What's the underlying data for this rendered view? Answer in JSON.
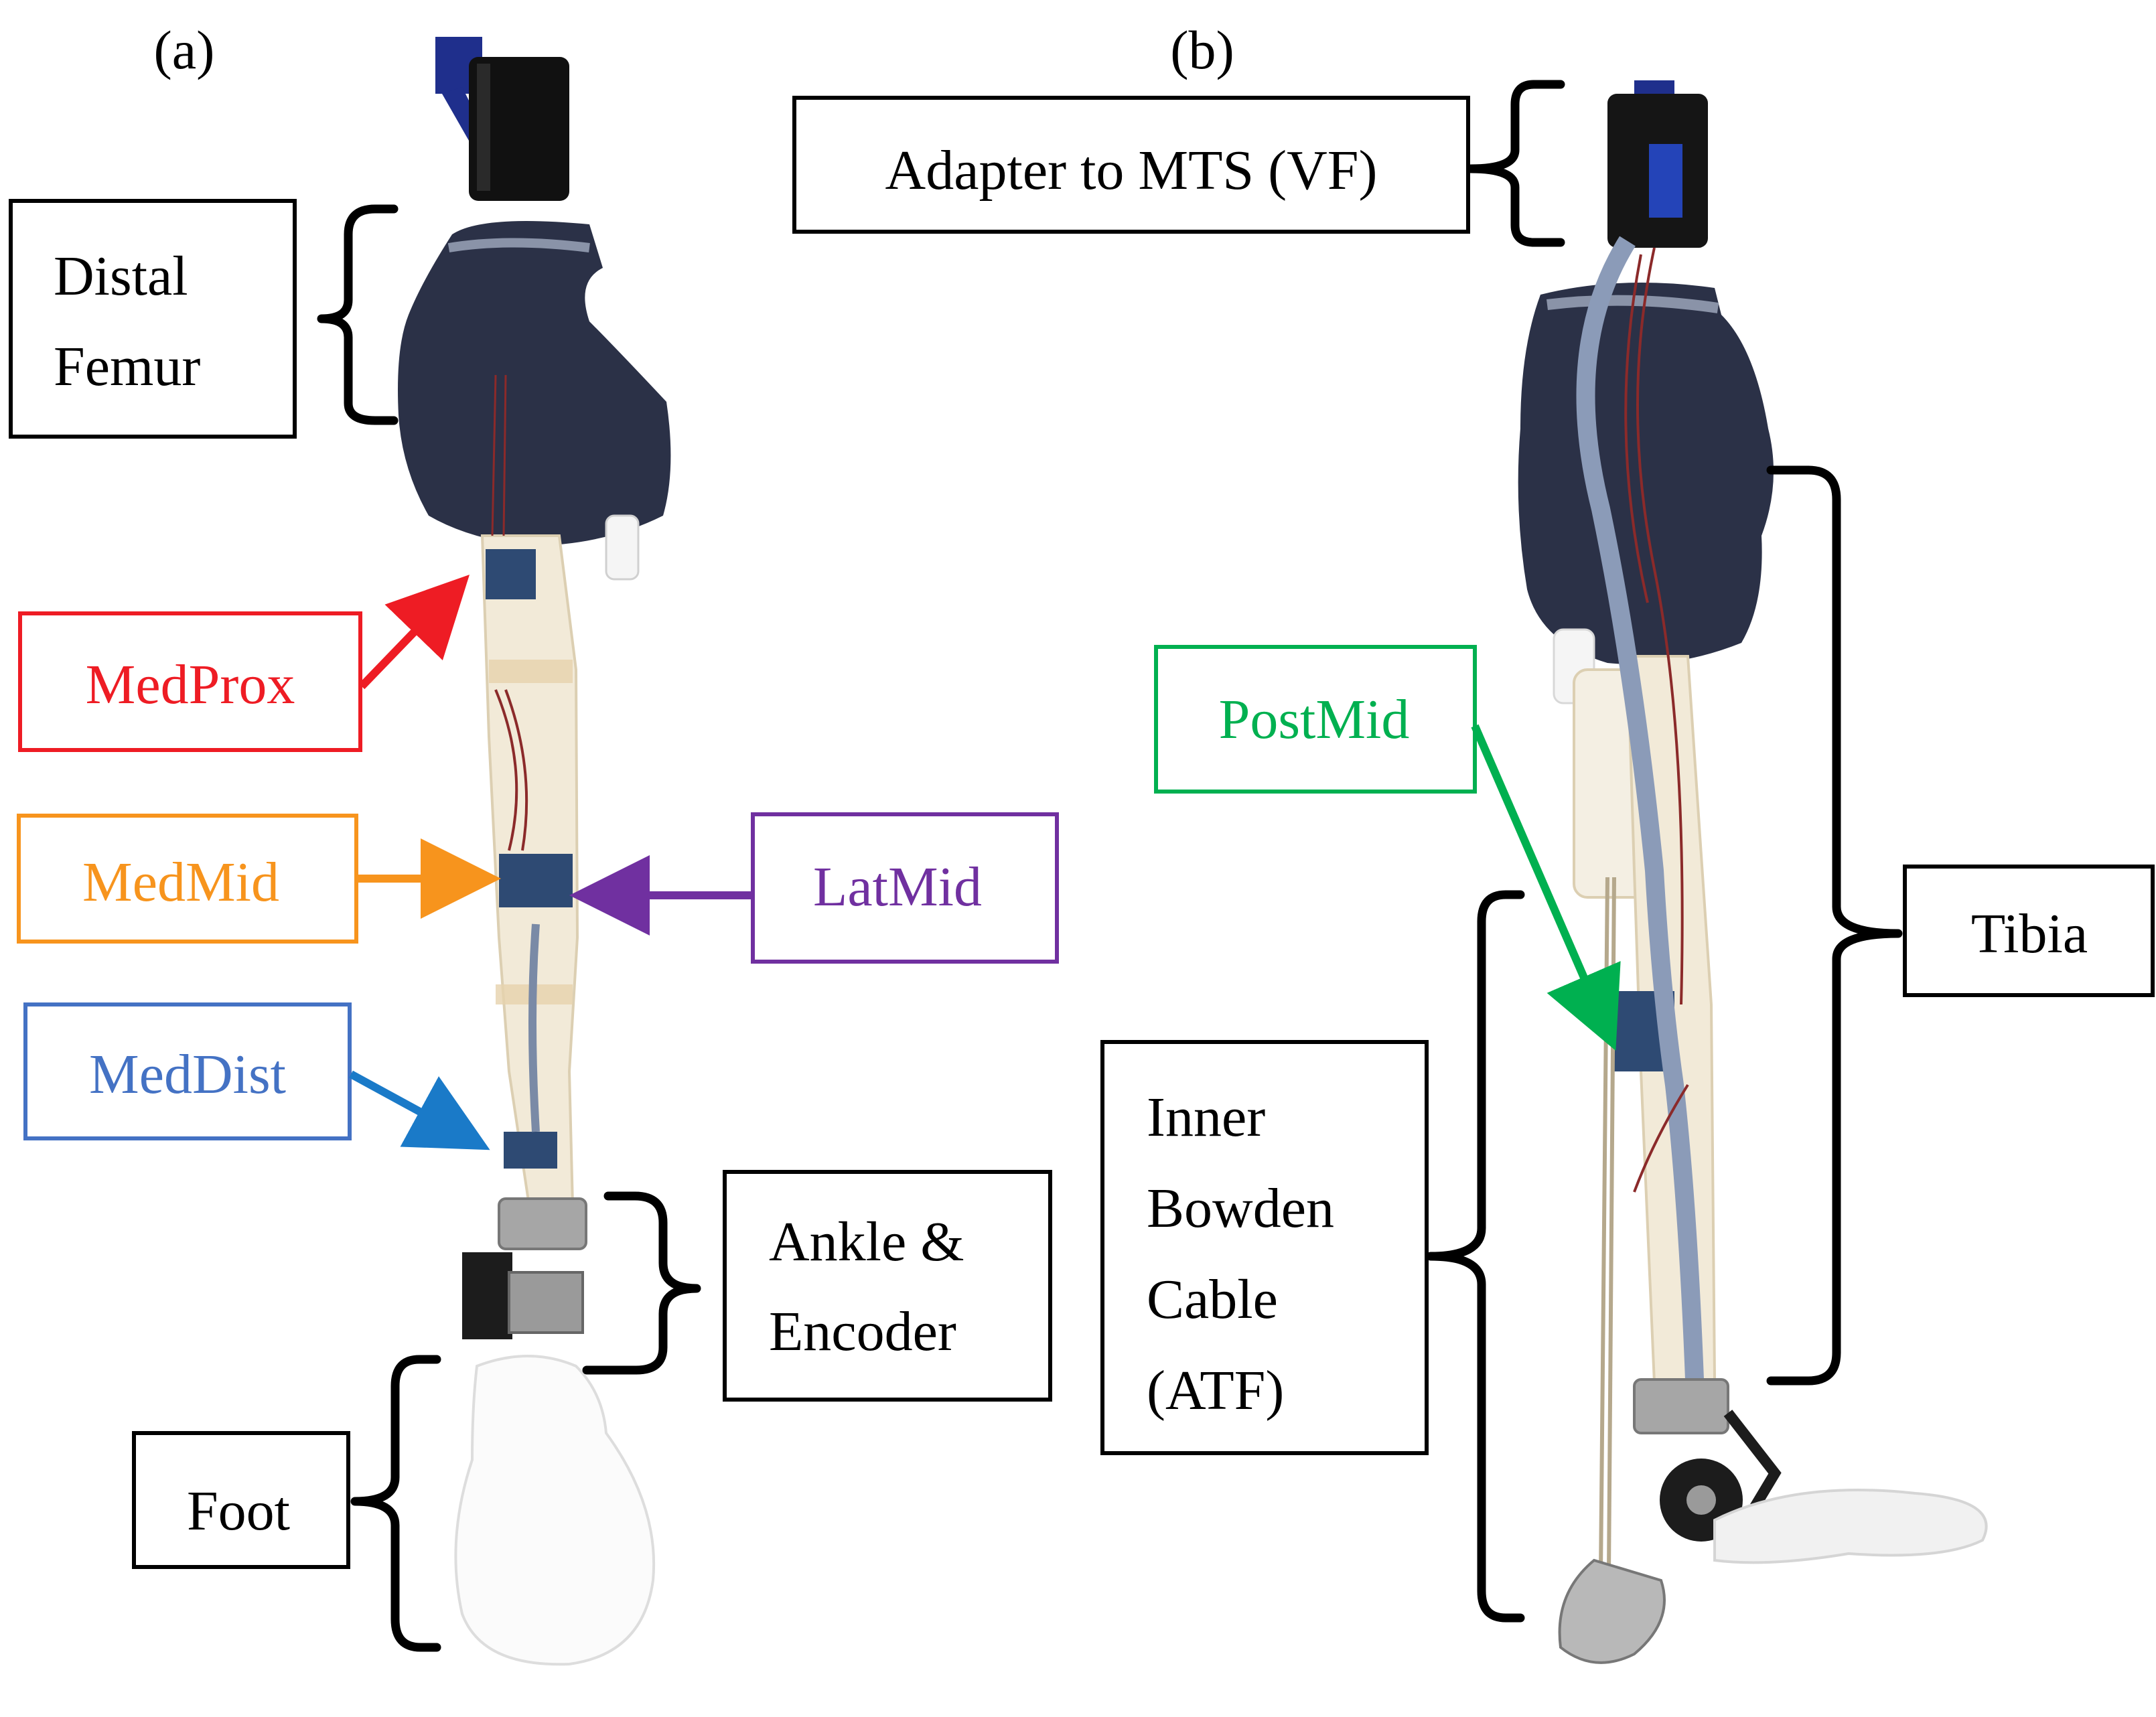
{
  "panels": {
    "a": "(a)",
    "b": "(b)"
  },
  "colors": {
    "black": "#000000",
    "medprox": "#ee1c24",
    "medmid": "#f7941d",
    "latmid": "#7030a0",
    "meddist": "#4472c4",
    "meddist_arrow": "#1a7ac8",
    "postmid": "#00b050",
    "sleeve": "#2b3147",
    "bone": "#f2ead8",
    "gauge": "#2e4a73",
    "metal": "#a6a6a6"
  },
  "labels": {
    "distal_femur": [
      "Distal",
      "Femur"
    ],
    "medprox": "MedProx",
    "medmid": "MedMid",
    "latmid": "LatMid",
    "meddist": "MedDist",
    "ankle_encoder": [
      "Ankle &",
      "Encoder"
    ],
    "foot": "Foot",
    "adapter": "Adapter to MTS (VF)",
    "postmid": "PostMid",
    "tibia": "Tibia",
    "bowden": [
      "Inner",
      "Bowden",
      "Cable",
      "(ATF)"
    ]
  }
}
